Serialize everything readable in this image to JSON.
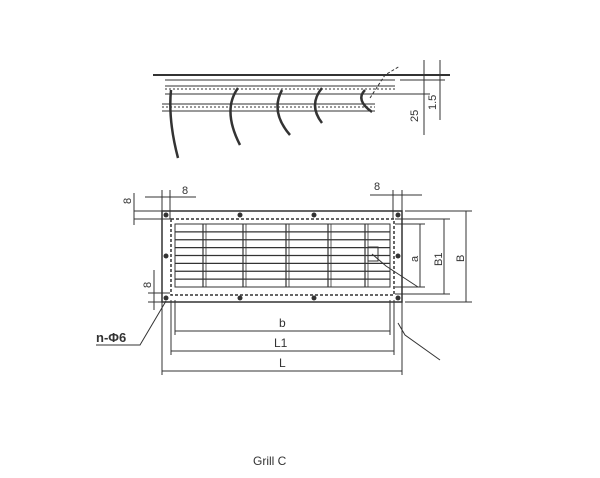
{
  "caption": "Grill C",
  "side_view": {
    "dim_25": "25",
    "dim_1_5": "1.5"
  },
  "front_view": {
    "dim_top_left": "8",
    "dim_top_right": "8",
    "dim_left_top": "8",
    "dim_left_bottom": "8",
    "dim_a": "a",
    "dim_B1": "B1",
    "dim_B": "B",
    "dim_b": "b",
    "dim_L1": "L1",
    "dim_L": "L",
    "hole_label": "n-Φ6"
  }
}
